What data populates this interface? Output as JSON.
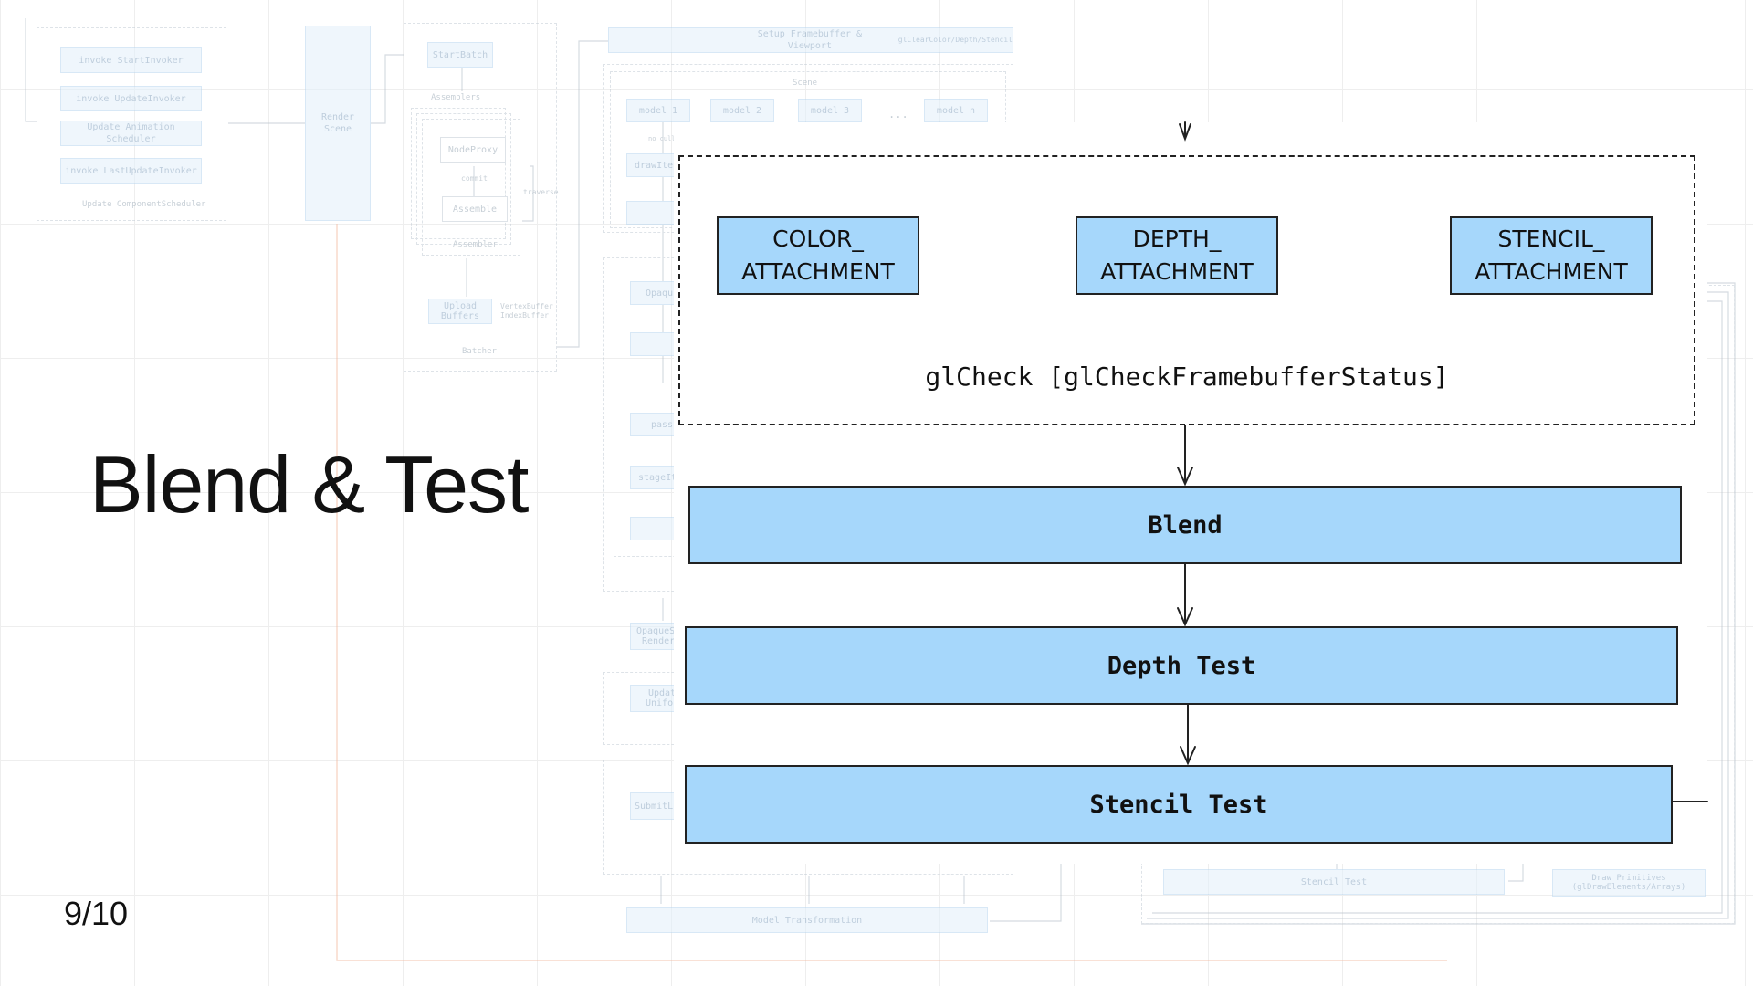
{
  "slide": {
    "title": "Blend & Test",
    "page_number": "9/10"
  },
  "diagram": {
    "framebuffer_attachments": [
      "COLOR_\nATTACHMENT",
      "DEPTH_\nATTACHMENT",
      "STENCIL_\nATTACHMENT"
    ],
    "check_label": "glCheck [glCheckFramebufferStatus]",
    "stages": [
      "Blend",
      "Depth Test",
      "Stencil Test"
    ]
  },
  "background_diagram": {
    "component_scheduler": {
      "items": [
        "invoke StartInvoker",
        "invoke UpdateInvoker",
        "Update Animation Scheduler",
        "invoke LastUpdateInvoker"
      ],
      "caption": "Update ComponentScheduler"
    },
    "render_scene": "Render\nScene",
    "batcher": {
      "start": "StartBatch",
      "assemblers_label": "Assemblers",
      "node_proxy": "NodeProxy",
      "commit": "commit",
      "assemble": "Assemble",
      "traverse": "traverse",
      "assembler": "Assembler",
      "upload": "Upload\nBuffers",
      "buffers": "VertexBuffer\nIndexBuffer",
      "caption": "Batcher"
    },
    "setup": "Setup Framebuffer & Viewport",
    "setup_note": "glClearColor/Depth/Stencil",
    "scene": {
      "label": "Scene",
      "models": [
        "model 1",
        "model 2",
        "model 3",
        "...",
        "model n"
      ],
      "no_cull": "no cull",
      "draw_item": "drawIten"
    },
    "pipeline": [
      "Opaqu",
      "pass",
      "stageIt"
    ],
    "opaque_stage": "OpaqueSt\nRender",
    "update_uniform": "Updat\nUnifor",
    "submit": "SubmitLi",
    "model_transform": "Model Transformation",
    "stencil_test": "Stencil Test",
    "draw_primitives": "Draw Primitives\n(glDrawElements/Arrays)"
  },
  "colors": {
    "stage_fill": "#a6d7fb",
    "faint_fill": "#e3f0fb",
    "accent_line": "#f2b79b"
  }
}
